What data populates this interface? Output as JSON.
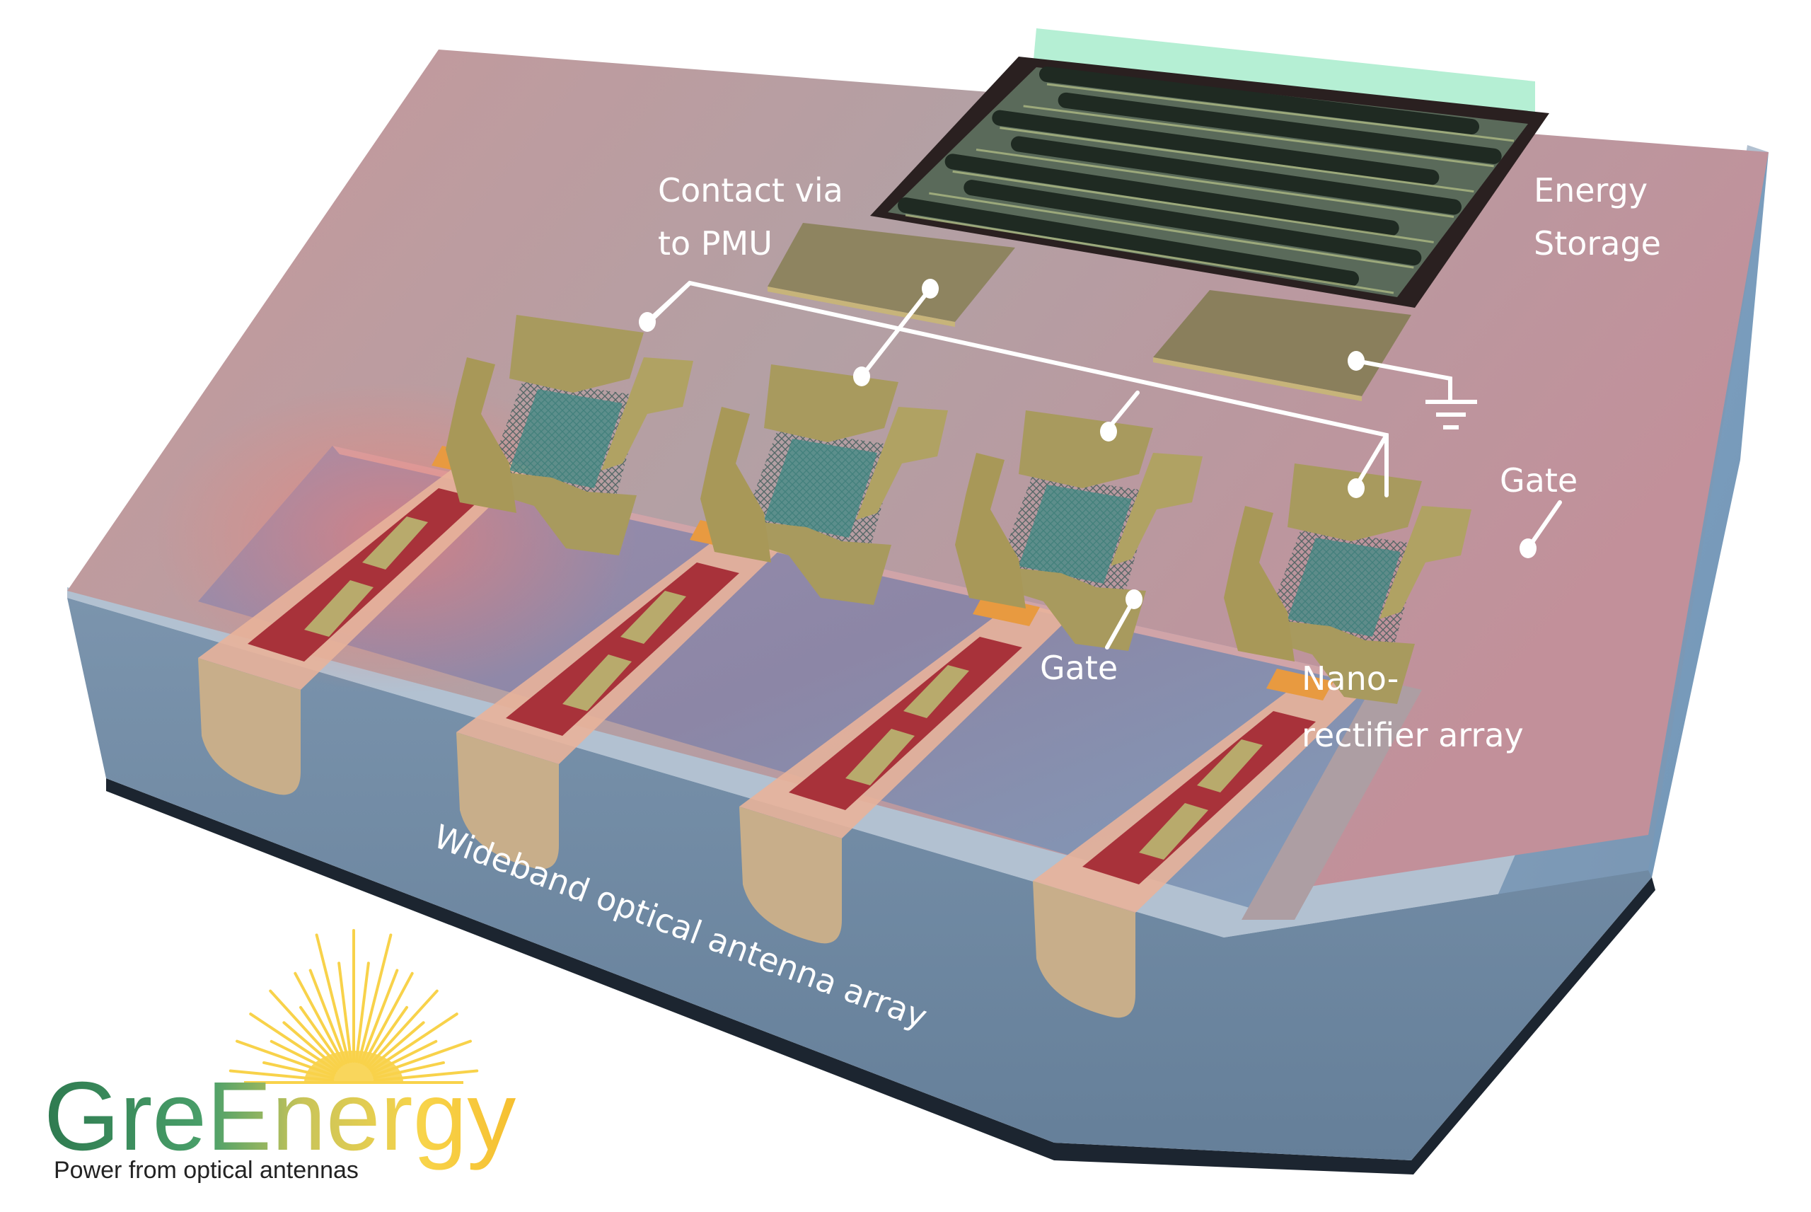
{
  "diagram": {
    "title": "Optical rectenna energy harvesting device",
    "labels": {
      "contact": [
        "Contact via",
        "to PMU"
      ],
      "storage": [
        "Energy",
        "Storage"
      ],
      "gate_right": "Gate",
      "gate_center": "Gate",
      "rectifier": [
        "Nano-",
        "rectifier array"
      ],
      "antenna": "Wideband optical antenna array"
    },
    "components": {
      "antenna_count": 4,
      "rectifier_count": 4,
      "supercapacitor_fingers": 7,
      "ground_symbol": "ground-icon"
    },
    "colors": {
      "top_surface": "#b89a9e",
      "side_face": "#6d8aa6",
      "right_face": "#7ea2c2",
      "gold": "#a89a5e",
      "antenna_red": "#a8323a",
      "antenna_beige": "#e2c2a0",
      "graphene_teal": "#3f8a84",
      "storage_dark": "#1f2a22",
      "storage_glass": "#a8e8c8"
    }
  },
  "logo": {
    "wordmark_green": "Gre",
    "wordmark_rest": "Energy",
    "tagline": "Power from optical antennas",
    "colors": {
      "start": "#2e7a50",
      "mid": "#c8c255",
      "end": "#f6c234",
      "sun": "#f8d24a"
    }
  }
}
